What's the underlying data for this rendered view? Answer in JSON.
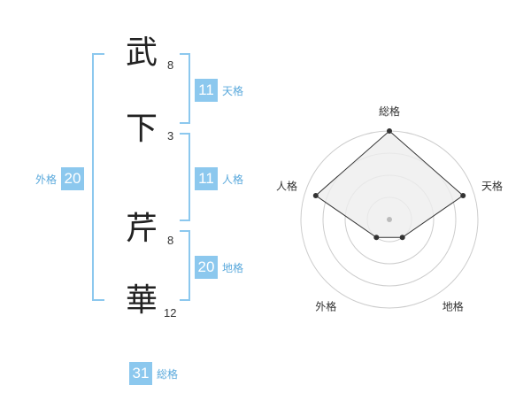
{
  "name": {
    "chars": [
      {
        "char": "武",
        "strokes": "8"
      },
      {
        "char": "下",
        "strokes": "3"
      },
      {
        "char": "芹",
        "strokes": "8"
      },
      {
        "char": "華",
        "strokes": "12"
      }
    ]
  },
  "fortunes": {
    "tenkaku": {
      "value": "11",
      "label": "天格"
    },
    "jinkaku": {
      "value": "11",
      "label": "人格"
    },
    "chikaku": {
      "value": "20",
      "label": "地格"
    },
    "gaikaku": {
      "value": "20",
      "label": "外格"
    },
    "soukaku": {
      "value": "31",
      "label": "総格"
    }
  },
  "chart_data": {
    "type": "radar",
    "axes": [
      "総格",
      "天格",
      "地格",
      "外格",
      "人格"
    ],
    "values": [
      4,
      3.5,
      1,
      1,
      3.5
    ],
    "max": 4,
    "rings": 4,
    "colors": {
      "fill": "#eeeeee",
      "line": "#333333",
      "ring": "#cccccc",
      "center": "#bbbbbb"
    }
  },
  "colors": {
    "accent": "#8cc8ee",
    "label": "#5aa9dc"
  }
}
